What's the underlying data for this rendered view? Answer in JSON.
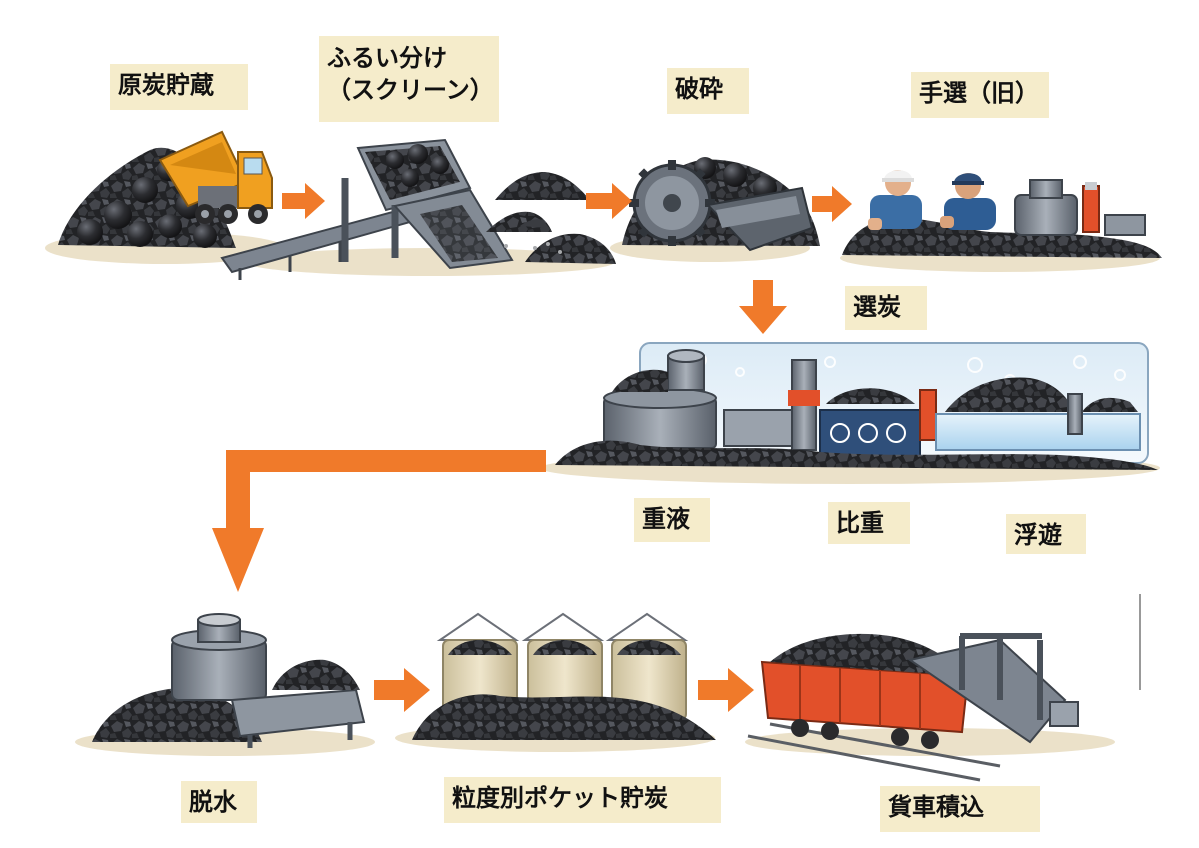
{
  "labels": {
    "raw_storage": "原炭貯蔵",
    "screening_line1": "ふるい分け",
    "screening_line2": "（スクリーン）",
    "crushing": "破砕",
    "hand_picking": "手選（旧）",
    "coal_preparation": "選炭",
    "heavy_liquid": "重液",
    "gravity": "比重",
    "flotation": "浮遊",
    "dewatering": "脱水",
    "pocket_storage": "粒度別ポケット貯炭",
    "wagon_loading": "貨車積込"
  },
  "colors": {
    "arrow": "#f07a2a",
    "label_bg": "#f5eccb",
    "coal": "#2b2b2e",
    "truck": "#f0a020",
    "wagon": "#e2502a",
    "machine": "#7d8590",
    "tank_blue": "#2f4f7a",
    "water": "#cfe6f5"
  }
}
